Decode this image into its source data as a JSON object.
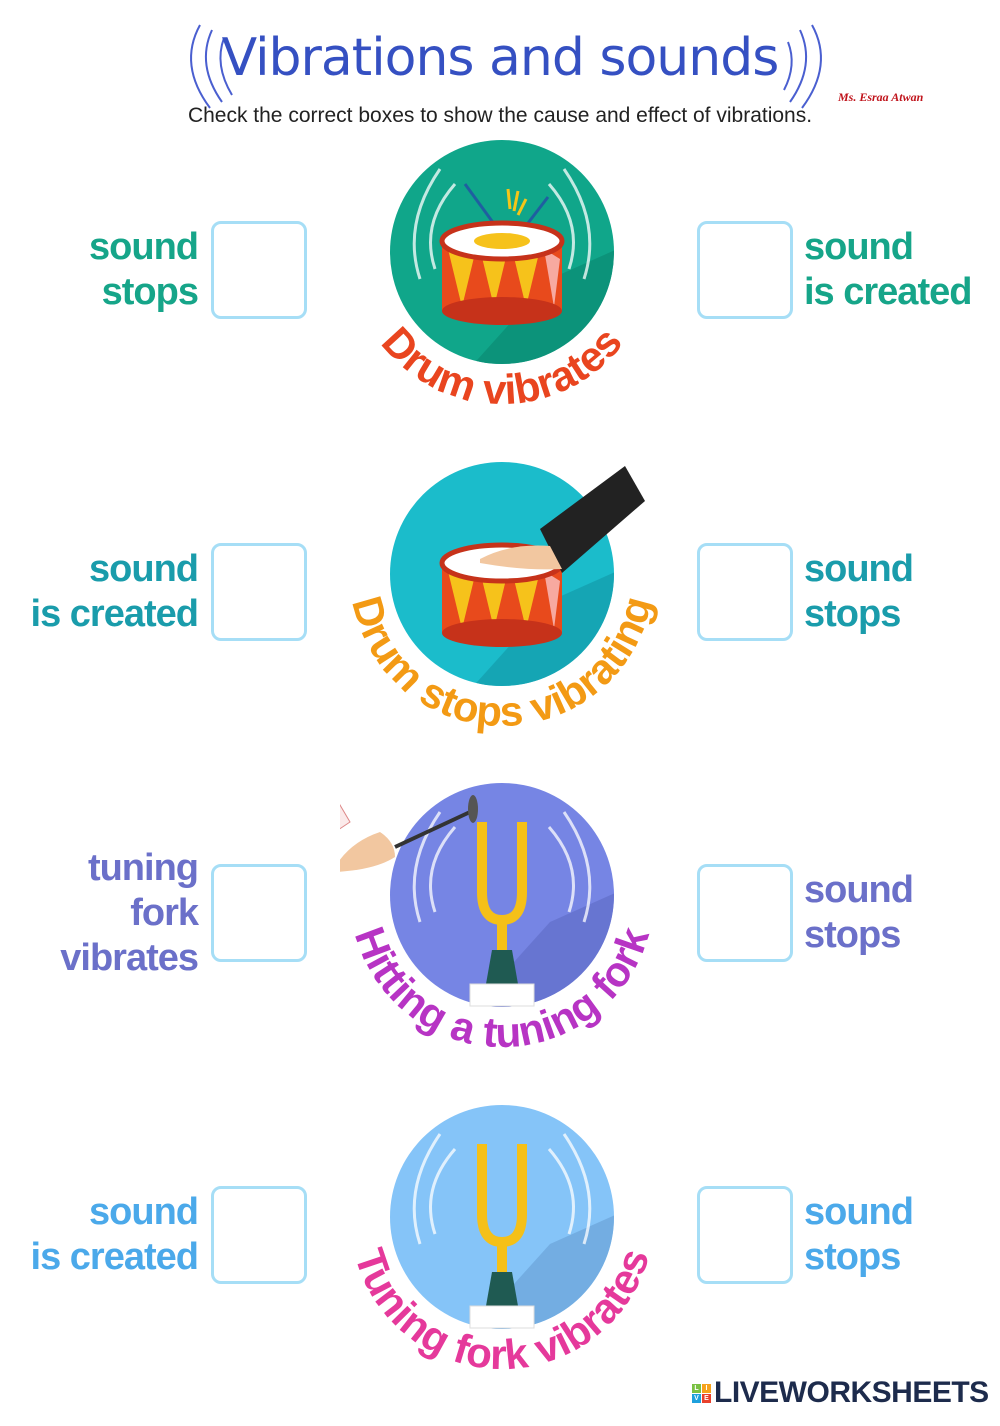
{
  "header": {
    "title": "Vibrations and sounds",
    "author": "Ms. Esraa Atwan",
    "instruction": "Check the correct boxes to show the cause and effect of vibrations."
  },
  "rows": [
    {
      "caption": "Drum vibrates",
      "image": "drum-sticks",
      "left_label": [
        "sound",
        "stops"
      ],
      "right_label": [
        "sound",
        "is created"
      ],
      "circle_color": "#10a68a",
      "circle_shadow": "#0b8f76",
      "label_color": "#16a589",
      "caption_color": "#e9451f"
    },
    {
      "caption": "Drum stops vibrating",
      "image": "drum-hand",
      "left_label": [
        "sound",
        "is created"
      ],
      "right_label": [
        "sound",
        "stops"
      ],
      "circle_color": "#1bbccb",
      "circle_shadow": "#149fae",
      "label_color": "#1a9cab",
      "caption_color": "#f39a14"
    },
    {
      "caption": "Hitting a tuning fork",
      "image": "fork-mallet",
      "left_label": [
        "tuning",
        "fork",
        "vibrates"
      ],
      "right_label": [
        "sound",
        "stops"
      ],
      "circle_color": "#7685e4",
      "circle_shadow": "#6470cc",
      "label_color": "#6b70c9",
      "caption_color": "#b734c4"
    },
    {
      "caption": "Tuning fork vibrates",
      "image": "fork",
      "left_label": [
        "sound",
        "is created"
      ],
      "right_label": [
        "sound",
        "stops"
      ],
      "circle_color": "#85c4f8",
      "circle_shadow": "#6ea7dc",
      "label_color": "#4ba9ea",
      "caption_color": "#e5399b"
    }
  ],
  "footer": {
    "logo_text": "LIVEWORKSHEETS",
    "logo_badge": [
      "L",
      "I",
      "V",
      "E"
    ]
  }
}
